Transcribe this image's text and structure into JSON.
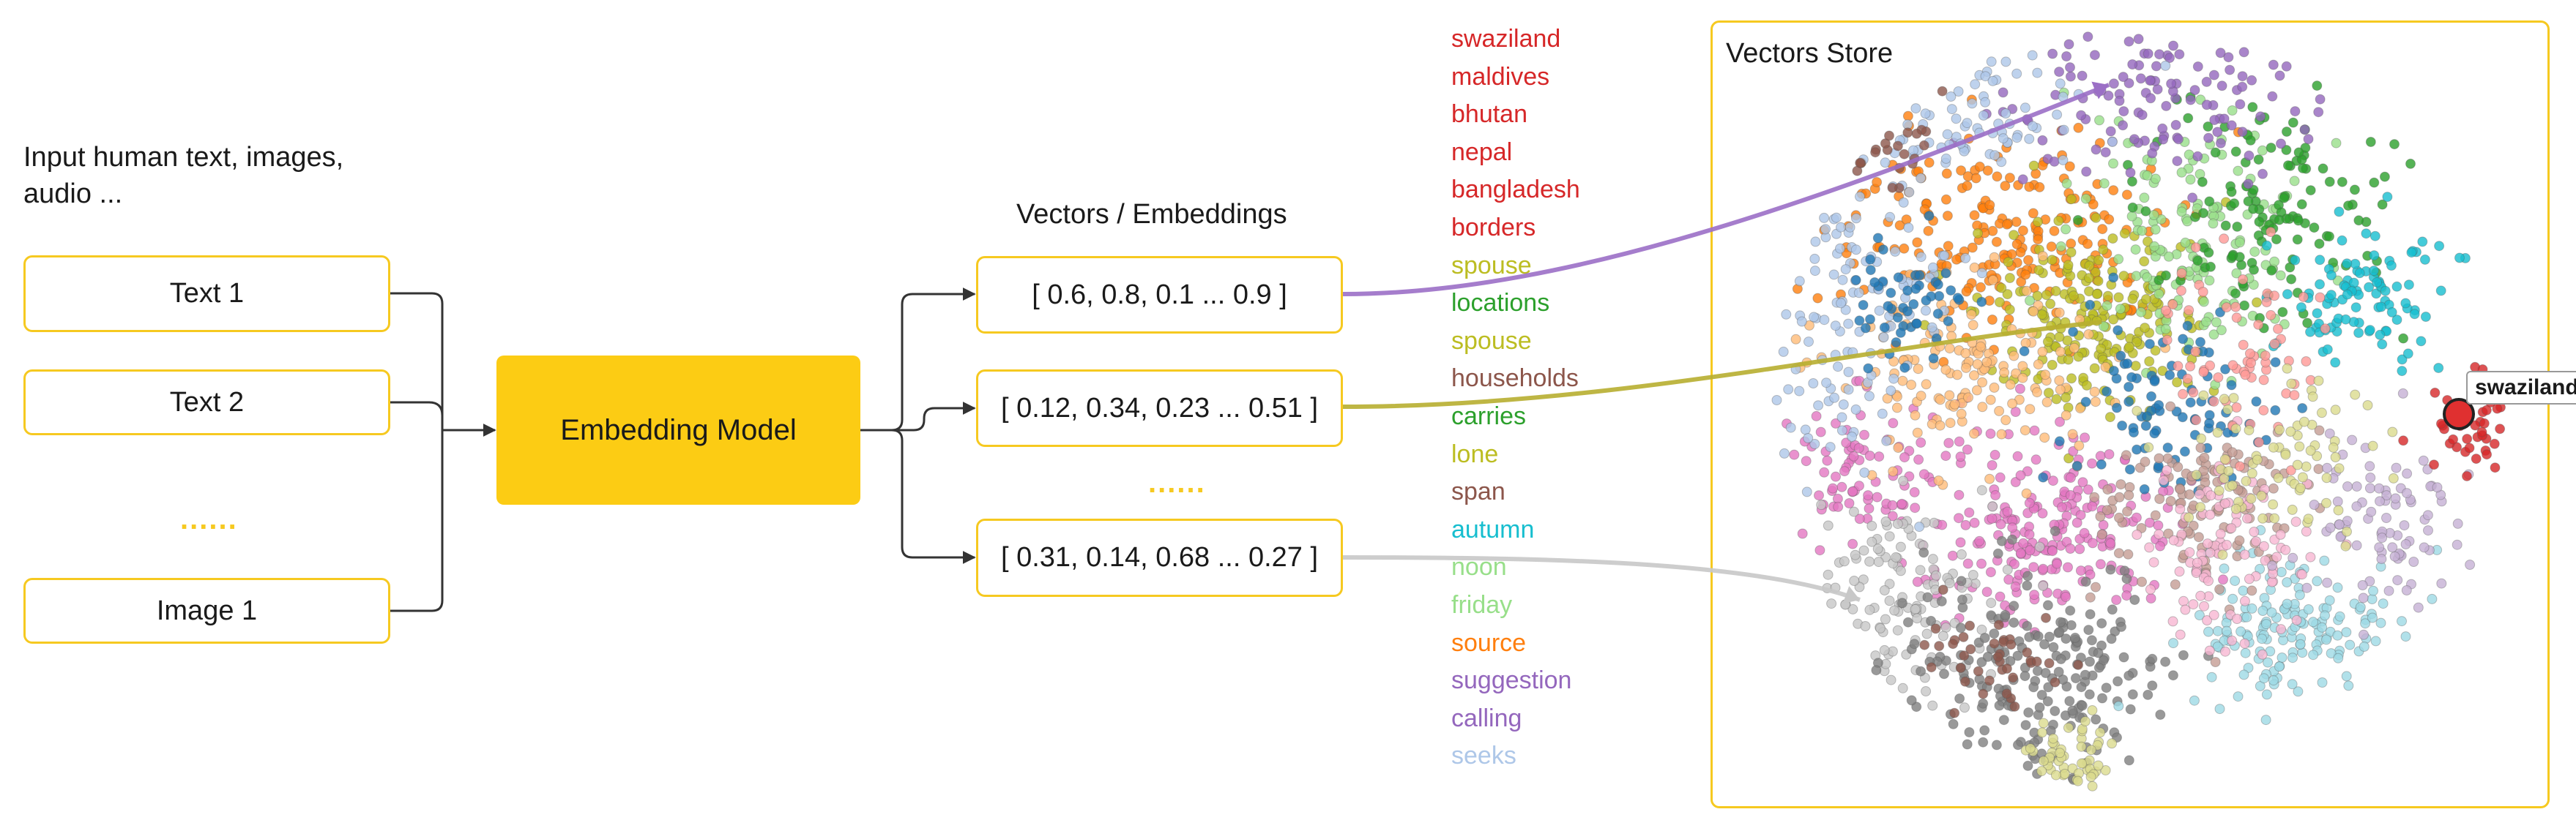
{
  "input": {
    "caption_line1": "Input human text, images,",
    "caption_line2": "audio ...",
    "items": [
      "Text 1",
      "Text 2",
      "Image 1"
    ],
    "ellipsis": "......"
  },
  "model": {
    "label": "Embedding Model"
  },
  "vectors": {
    "title": "Vectors / Embeddings",
    "items": [
      "[ 0.6, 0.8, 0.1 ... 0.9 ]",
      "[ 0.12, 0.34, 0.23 ... 0.51 ]",
      "[ 0.31, 0.14, 0.68 ... 0.27 ]"
    ],
    "ellipsis": "......"
  },
  "words": [
    {
      "text": "swaziland",
      "color": "#d62728"
    },
    {
      "text": "maldives",
      "color": "#d62728"
    },
    {
      "text": "bhutan",
      "color": "#d62728"
    },
    {
      "text": "nepal",
      "color": "#d62728"
    },
    {
      "text": "bangladesh",
      "color": "#d62728"
    },
    {
      "text": "borders",
      "color": "#d62728"
    },
    {
      "text": "spouse",
      "color": "#bcbd22"
    },
    {
      "text": "locations",
      "color": "#2ca02c"
    },
    {
      "text": "spouse",
      "color": "#bcbd22"
    },
    {
      "text": "households",
      "color": "#8c564b"
    },
    {
      "text": "carries",
      "color": "#2ca02c"
    },
    {
      "text": "lone",
      "color": "#bcbd22"
    },
    {
      "text": "span",
      "color": "#8c564b"
    },
    {
      "text": "autumn",
      "color": "#17becf"
    },
    {
      "text": "noon",
      "color": "#98df8a"
    },
    {
      "text": "friday",
      "color": "#98df8a"
    },
    {
      "text": "source",
      "color": "#ff7f0e"
    },
    {
      "text": "suggestion",
      "color": "#9467bd"
    },
    {
      "text": "calling",
      "color": "#9467bd"
    },
    {
      "text": "seeks",
      "color": "#aec7e8"
    }
  ],
  "store": {
    "title": "Vectors Store",
    "tooltip": "swaziland"
  },
  "colors": {
    "accent": "#f6c920",
    "model_fill": "#fccc14",
    "link_1": "#9b6fc6",
    "link_2": "#b7ae30",
    "link_3": "#c8c8c8"
  }
}
